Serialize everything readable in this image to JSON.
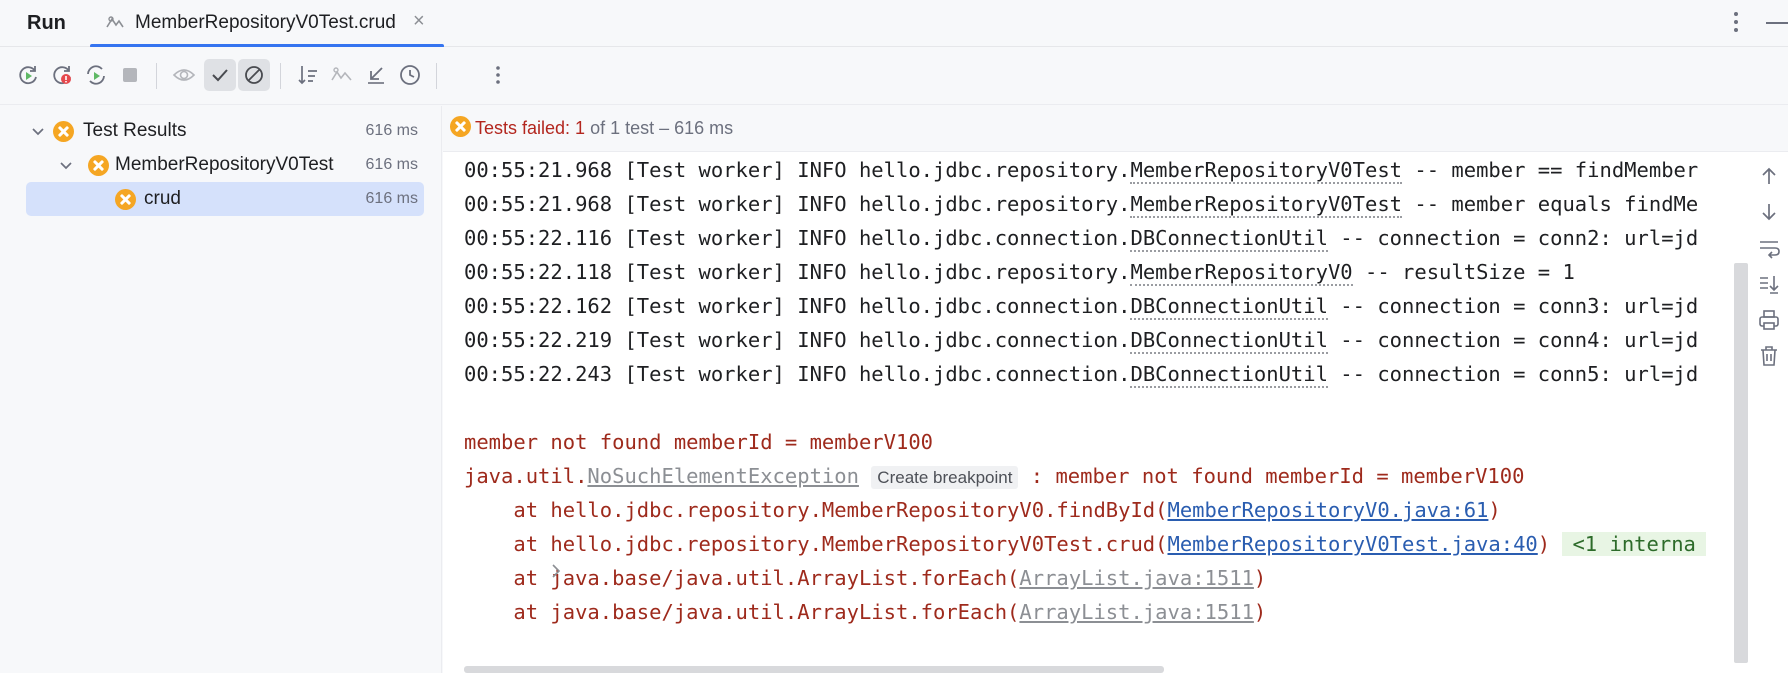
{
  "header": {
    "panel_title": "Run",
    "tab_label": "MemberRepositoryV0Test.crud",
    "tab_close": "×"
  },
  "toolbar": {
    "buttons": [
      "rerun-icon",
      "rerun-failed-icon",
      "toggle-auto-test-icon",
      "stop-icon",
      "show-passed-eye-icon",
      "show-passed-check-icon",
      "show-ignored-icon",
      "sort-icon",
      "import-tests-icon",
      "export-tests-icon",
      "history-clock-icon",
      "more-icon"
    ]
  },
  "tree": {
    "items": [
      {
        "label": "Test Results",
        "time": "616 ms",
        "status": "failed"
      },
      {
        "label": "MemberRepositoryV0Test",
        "time": "616 ms",
        "status": "failed"
      },
      {
        "label": "crud",
        "time": "616 ms",
        "status": "failed",
        "selected": true
      }
    ]
  },
  "status": {
    "failed_label": "Tests failed: 1",
    "rest": " of 1 test – 616 ms"
  },
  "console": {
    "log_lines": [
      {
        "prefix": "00:55:21.968 [Test worker] INFO hello.jdbc.repository.",
        "cls": "MemberRepositoryV0Test",
        "suffix": " -- member == findMember"
      },
      {
        "prefix": "00:55:21.968 [Test worker] INFO hello.jdbc.repository.",
        "cls": "MemberRepositoryV0Test",
        "suffix": " -- member equals findMe"
      },
      {
        "prefix": "00:55:22.116 [Test worker] INFO hello.jdbc.connection.",
        "cls": "DBConnectionUtil",
        "suffix": " -- connection = conn2: url=jd"
      },
      {
        "prefix": "00:55:22.118 [Test worker] INFO hello.jdbc.repository.",
        "cls": "MemberRepositoryV0",
        "suffix": " -- resultSize = 1"
      },
      {
        "prefix": "00:55:22.162 [Test worker] INFO hello.jdbc.connection.",
        "cls": "DBConnectionUtil",
        "suffix": " -- connection = conn3: url=jd"
      },
      {
        "prefix": "00:55:22.219 [Test worker] INFO hello.jdbc.connection.",
        "cls": "DBConnectionUtil",
        "suffix": " -- connection = conn4: url=jd"
      },
      {
        "prefix": "00:55:22.243 [Test worker] INFO hello.jdbc.connection.",
        "cls": "DBConnectionUtil",
        "suffix": " -- connection = conn5: url=jd"
      }
    ],
    "error_message": "member not found memberId = memberV100",
    "exception": {
      "pkg": "java.util.",
      "cls": "NoSuchElementException",
      "hint": "Create breakpoint",
      "msg": " : member not found memberId = memberV100"
    },
    "stack": [
      {
        "text": "    at hello.jdbc.repository.MemberRepositoryV0.findById(",
        "link": "MemberRepositoryV0.java:61",
        "end": ")",
        "gray": false,
        "extra": ""
      },
      {
        "text": "    at hello.jdbc.repository.MemberRepositoryV0Test.crud(",
        "link": "MemberRepositoryV0Test.java:40",
        "end": ")",
        "gray": false,
        "extra": "<1 interna"
      },
      {
        "text": "    at java.base/java.util.ArrayList.forEach(",
        "link": "ArrayList.java:1511",
        "end": ")",
        "gray": true,
        "extra": ""
      },
      {
        "text": "    at java.base/java.util.ArrayList.forEach(",
        "link": "ArrayList.java:1511",
        "end": ")",
        "gray": true,
        "extra": ""
      }
    ]
  },
  "side_actions": [
    "up-arrow-icon",
    "down-arrow-icon",
    "soft-wrap-icon",
    "scroll-to-end-icon",
    "print-icon",
    "trash-icon"
  ],
  "colors": {
    "accent": "#3574f0",
    "error": "#9e2a1c",
    "fail_icon": "#f5a623",
    "selection": "#d5e1fb",
    "link": "#2a5db0"
  }
}
